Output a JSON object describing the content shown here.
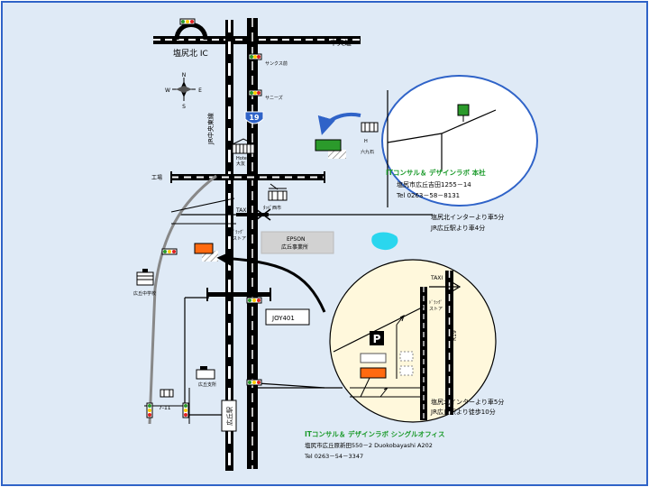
{
  "colors": {
    "background": "#dfeaf6",
    "frame": "#2f63c8",
    "accent_green": "#1a9a2a",
    "office_orange": "#ff6a10",
    "building_green": "#2b9a2b",
    "pond_cyan": "#2ad6ee",
    "road_black": "#000000"
  },
  "map": {
    "interchange_label": "塩尻北 IC",
    "highway_label": "中央道",
    "route_label": "19",
    "compass": {
      "n": "N",
      "s": "S",
      "e": "E",
      "w": "W"
    },
    "jr_line_label": "JR中央東線",
    "landmarks": {
      "sunkus": "サンクス前",
      "seven": "サニーズ",
      "hotel_line1": "Hotel",
      "hotel_line2": "大友",
      "factory": "工場",
      "taxi_main": "TAXI",
      "taxi_detail": "TAXI",
      "post_office": "ﾀｯﾊﾟ西市",
      "drugstore_main_line1": "ﾄﾞﾗｯｸﾞ",
      "drugstore_main_line2": "ストア",
      "drugstore_detail_line1": "ﾄﾞﾗｯｸﾞ",
      "drugstore_detail_line2": "ストア",
      "school": "広丘中学校",
      "station_hall": "広丘支所",
      "epson_line1": "EPSON",
      "epson_line2": "広丘事業所",
      "joy": "JOY401",
      "convenience": "7-11",
      "station": "広丘駅",
      "hq_area_label": "六九石",
      "parking": "P",
      "route_small_main": "R19",
      "route_small_detail": "R19"
    },
    "hq": {
      "name": "ITコンサル＆ デザインラボ  本社",
      "address": "塩尻市広丘吉田1255－14",
      "tel": "Tel  0263－58－8131"
    },
    "hq_directions": {
      "line1": "塩尻北インターより車5分",
      "line2": "JR広丘駅より車4分"
    },
    "single_office": {
      "name": "ITコンサル＆ デザインラボ  シングルオフィス",
      "address": "塩尻市広丘原新田550－2  Duokobayashi A202",
      "tel": "Tel  0263－54－3347"
    },
    "single_directions": {
      "line1": "塩尻北インターより車5分",
      "line2": "JR広丘駅より徒歩10分"
    }
  }
}
